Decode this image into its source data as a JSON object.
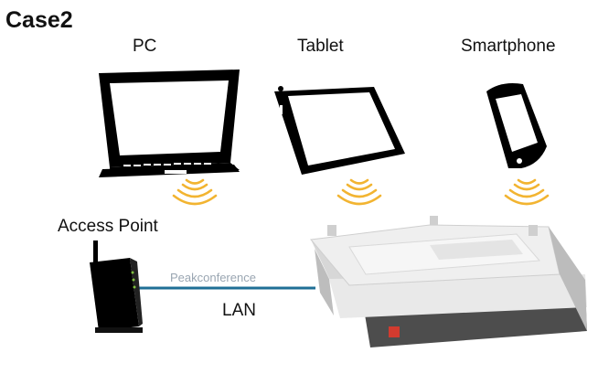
{
  "title": "Case2",
  "devices": [
    {
      "label": "PC",
      "icon": "laptop-icon"
    },
    {
      "label": "Tablet",
      "icon": "tablet-icon"
    },
    {
      "label": "Smartphone",
      "icon": "smartphone-icon"
    }
  ],
  "access_point": {
    "label": "Access Point",
    "icon": "router-icon"
  },
  "link": {
    "network_name": "Peakconference",
    "type": "LAN"
  },
  "projector": {
    "icon": "projector-icon"
  },
  "colors": {
    "link": "#1f6f96",
    "wifi": "#f2b431",
    "text": "#111111"
  }
}
